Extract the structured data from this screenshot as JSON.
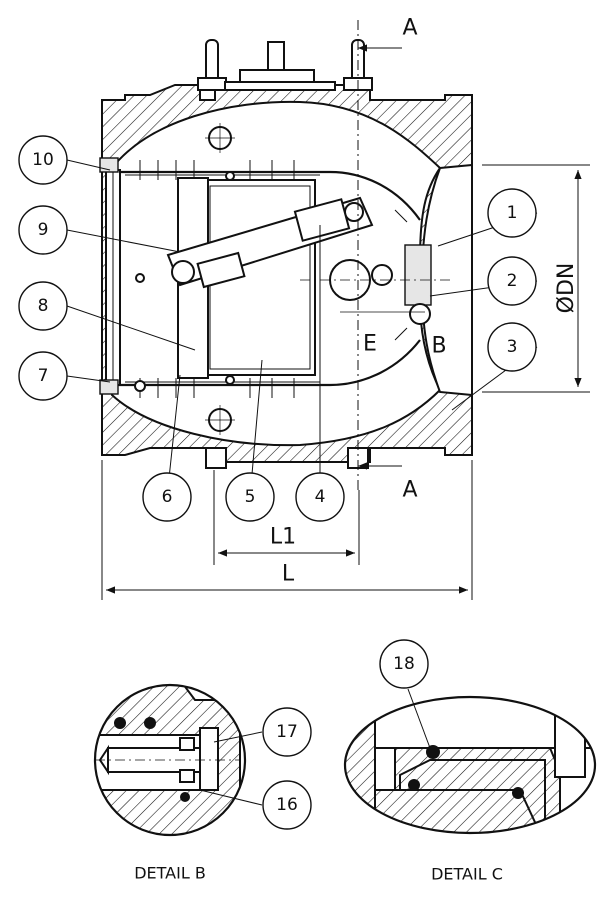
{
  "callouts": [
    "1",
    "2",
    "3",
    "4",
    "5",
    "6",
    "7",
    "8",
    "9",
    "10"
  ],
  "detail_callouts": [
    "16",
    "17",
    "18"
  ],
  "section_marker": "A",
  "view_markers": {
    "e": "E",
    "b": "B"
  },
  "dimensions": {
    "l1": "L1",
    "l": "L",
    "dn": "DN",
    "dn_symbol": "Ø"
  },
  "captions": {
    "detail_b": "DETAIL B",
    "detail_c": "DETAIL C"
  }
}
